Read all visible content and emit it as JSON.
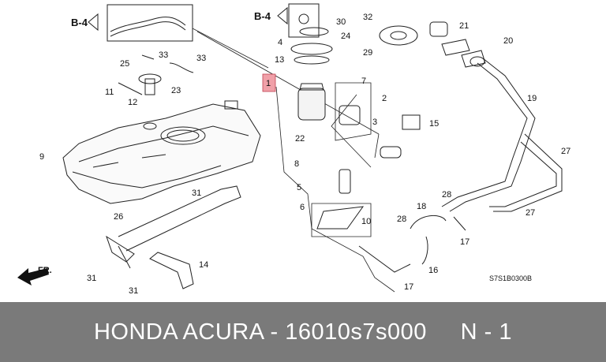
{
  "diagram": {
    "callouts": [
      {
        "id": "1",
        "label": "1"
      },
      {
        "id": "2",
        "label": "2"
      },
      {
        "id": "3",
        "label": "3"
      },
      {
        "id": "4",
        "label": "4"
      },
      {
        "id": "5",
        "label": "5"
      },
      {
        "id": "6",
        "label": "6"
      },
      {
        "id": "7",
        "label": "7"
      },
      {
        "id": "8",
        "label": "8"
      },
      {
        "id": "9",
        "label": "9"
      },
      {
        "id": "10",
        "label": "10"
      },
      {
        "id": "11",
        "label": "11"
      },
      {
        "id": "12",
        "label": "12"
      },
      {
        "id": "13",
        "label": "13"
      },
      {
        "id": "14",
        "label": "14"
      },
      {
        "id": "15",
        "label": "15"
      },
      {
        "id": "16",
        "label": "16"
      },
      {
        "id": "17a",
        "label": "17"
      },
      {
        "id": "17b",
        "label": "17"
      },
      {
        "id": "18",
        "label": "18"
      },
      {
        "id": "19",
        "label": "19"
      },
      {
        "id": "20",
        "label": "20"
      },
      {
        "id": "21",
        "label": "21"
      },
      {
        "id": "22",
        "label": "22"
      },
      {
        "id": "23",
        "label": "23"
      },
      {
        "id": "24",
        "label": "24"
      },
      {
        "id": "25",
        "label": "25"
      },
      {
        "id": "26",
        "label": "26"
      },
      {
        "id": "27a",
        "label": "27"
      },
      {
        "id": "27b",
        "label": "27"
      },
      {
        "id": "28a",
        "label": "28"
      },
      {
        "id": "28b",
        "label": "28"
      },
      {
        "id": "29",
        "label": "29"
      },
      {
        "id": "30",
        "label": "30"
      },
      {
        "id": "31a",
        "label": "31"
      },
      {
        "id": "31b",
        "label": "31"
      },
      {
        "id": "31c",
        "label": "31"
      },
      {
        "id": "32",
        "label": "32"
      },
      {
        "id": "33a",
        "label": "33"
      },
      {
        "id": "33b",
        "label": "33"
      }
    ],
    "refs": {
      "b4_left": "B-4",
      "b4_right": "B-4"
    },
    "front_marker": "FR.",
    "code": "S7S1B0300B"
  },
  "caption": {
    "text": "HONDA ACURA - 16010s7s000     N - 1"
  },
  "colors": {
    "highlight": "#f0a0a8",
    "caption_bg": "#7a7a7a",
    "line": "#222222"
  }
}
